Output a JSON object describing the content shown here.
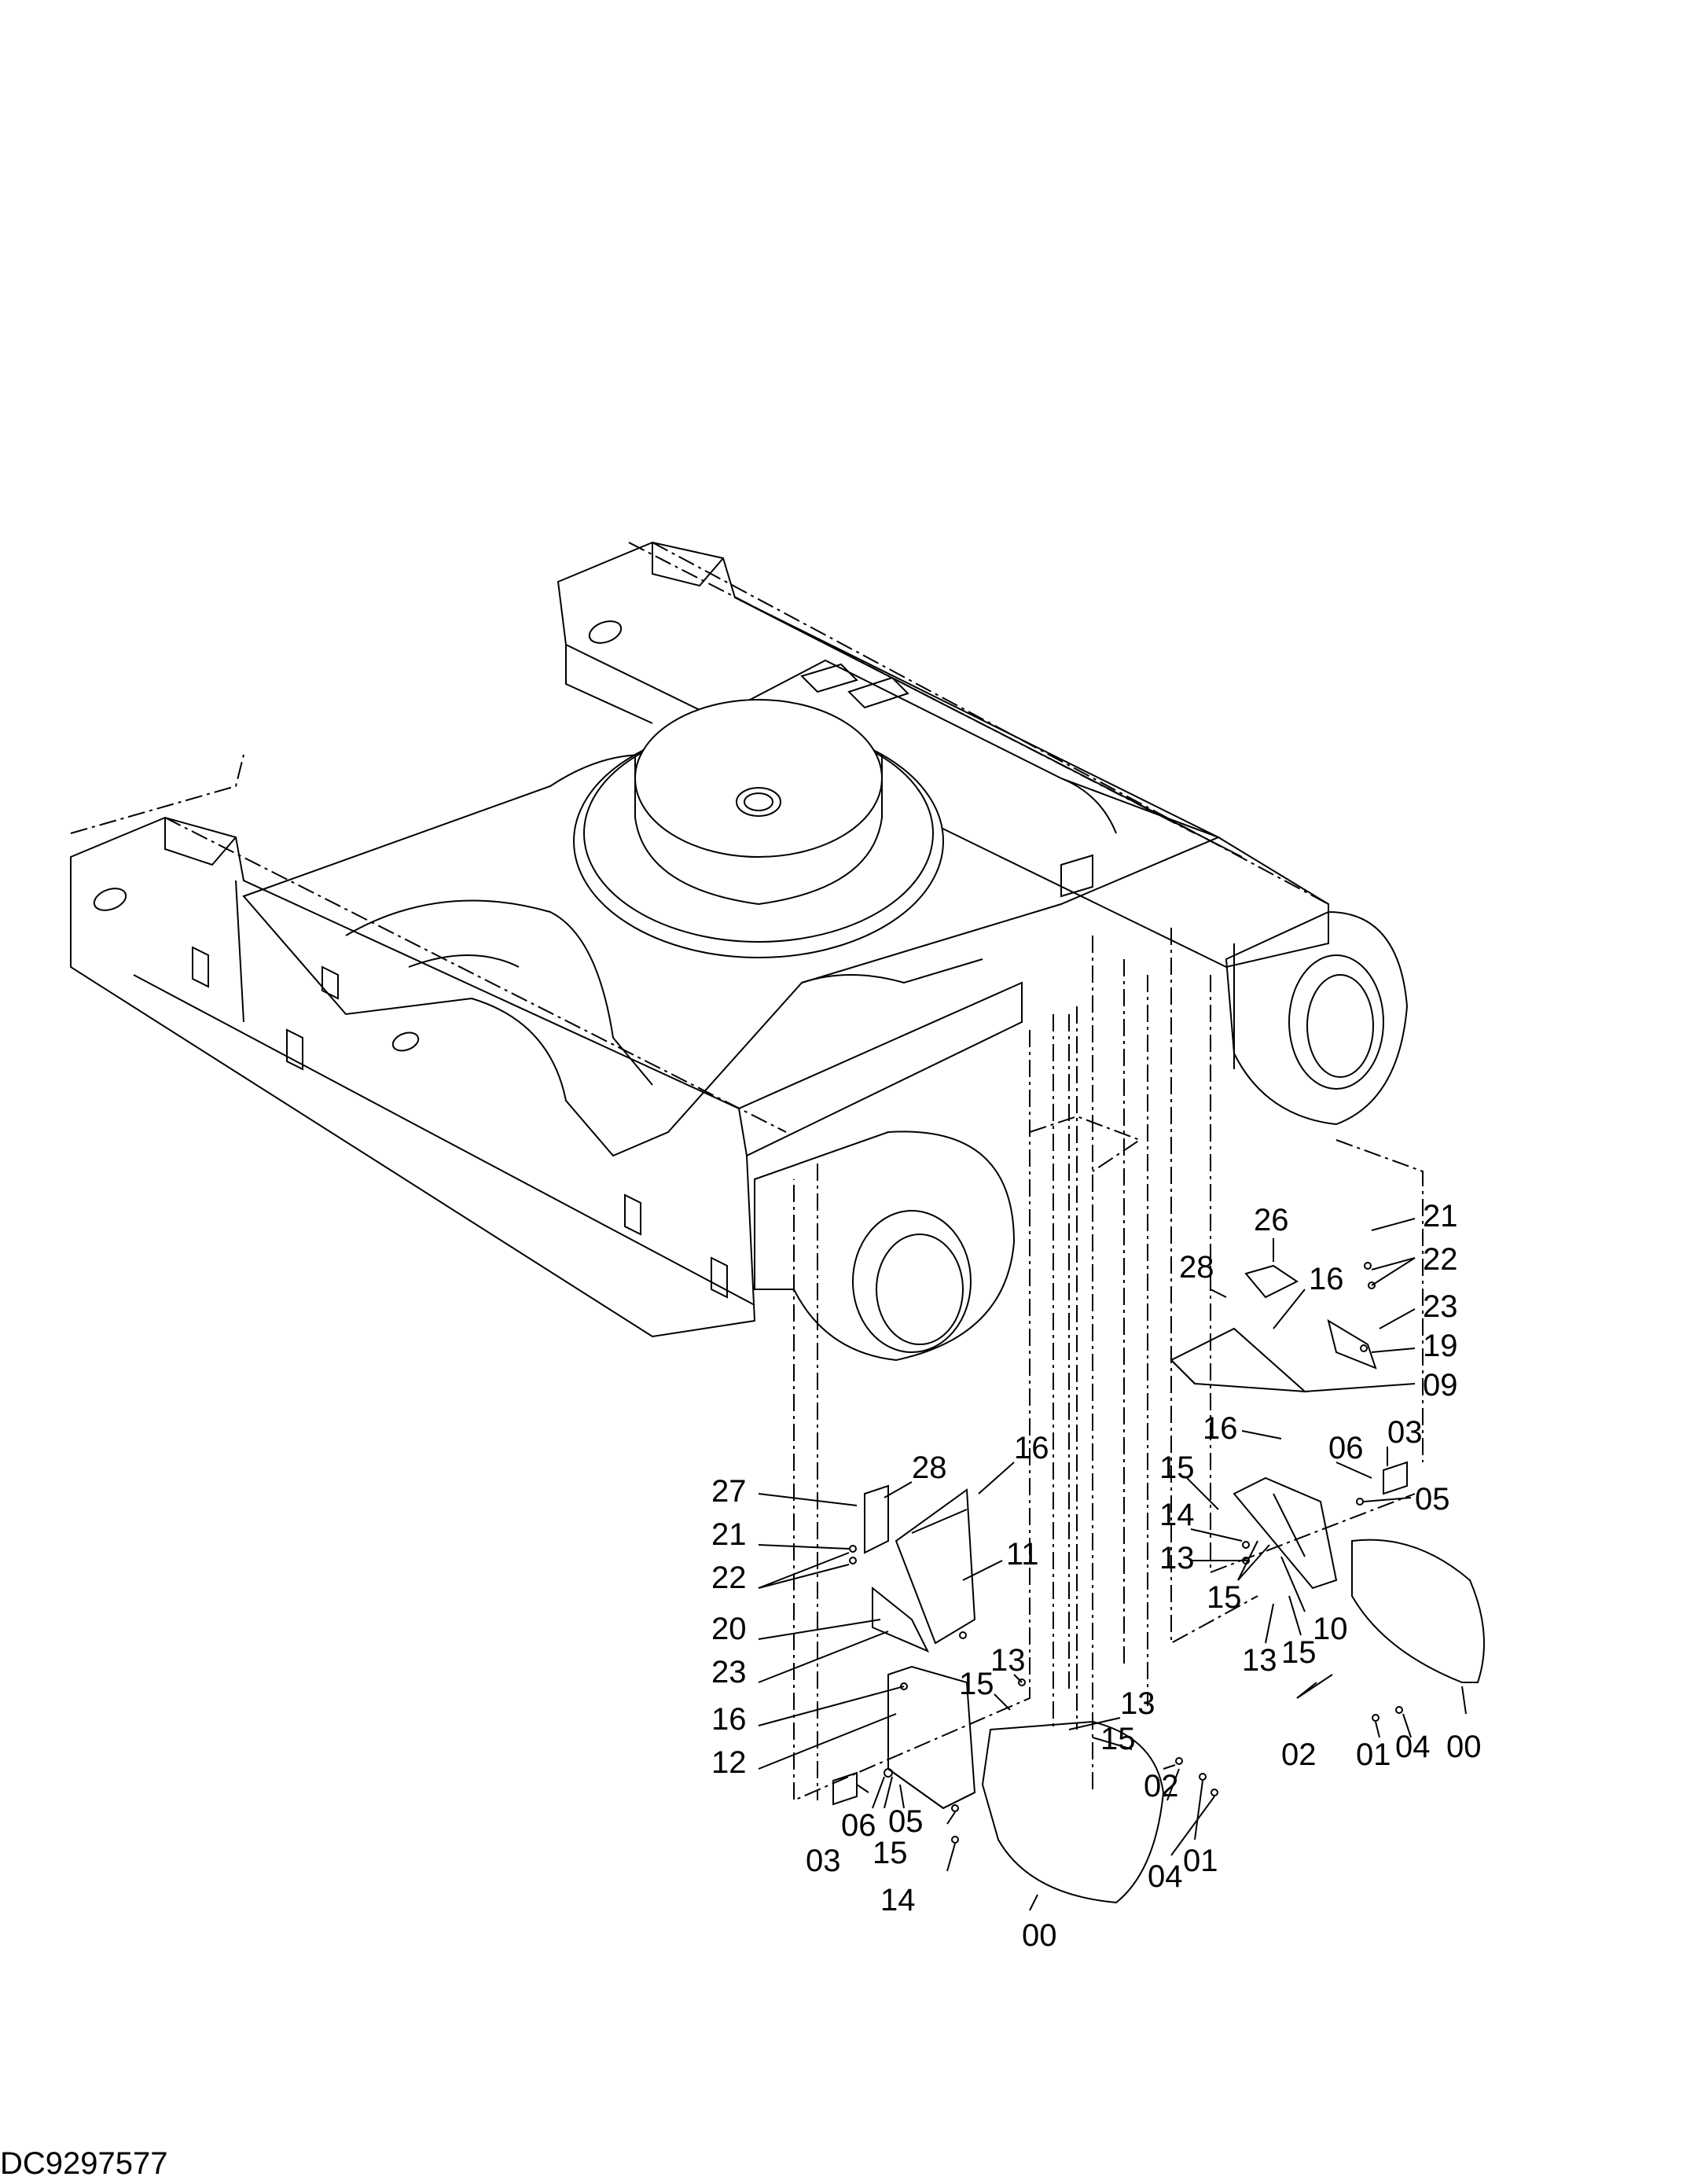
{
  "drawing_number": "DC9297577",
  "callouts": [
    {
      "id": "c-21-right",
      "text": "21"
    },
    {
      "id": "c-22-right",
      "text": "22"
    },
    {
      "id": "c-23-right",
      "text": "23"
    },
    {
      "id": "c-19",
      "text": "19"
    },
    {
      "id": "c-09",
      "text": "09"
    },
    {
      "id": "c-26",
      "text": "26"
    },
    {
      "id": "c-28-right",
      "text": "28"
    },
    {
      "id": "c-16-right-top",
      "text": "16"
    },
    {
      "id": "c-16-right-mid",
      "text": "16"
    },
    {
      "id": "c-06-right",
      "text": "06"
    },
    {
      "id": "c-03-right",
      "text": "03"
    },
    {
      "id": "c-05-right",
      "text": "05"
    },
    {
      "id": "c-15-right-a",
      "text": "15"
    },
    {
      "id": "c-14-right",
      "text": "14"
    },
    {
      "id": "c-13-right-a",
      "text": "13"
    },
    {
      "id": "c-15-right-b",
      "text": "15"
    },
    {
      "id": "c-10",
      "text": "10"
    },
    {
      "id": "c-13-right-b",
      "text": "13"
    },
    {
      "id": "c-15-right-c",
      "text": "15"
    },
    {
      "id": "c-02-right",
      "text": "02"
    },
    {
      "id": "c-01-right",
      "text": "01"
    },
    {
      "id": "c-04-right",
      "text": "04"
    },
    {
      "id": "c-00-right",
      "text": "00"
    },
    {
      "id": "c-27",
      "text": "27"
    },
    {
      "id": "c-28-left",
      "text": "28"
    },
    {
      "id": "c-16-left-top",
      "text": "16"
    },
    {
      "id": "c-21-left",
      "text": "21"
    },
    {
      "id": "c-11",
      "text": "11"
    },
    {
      "id": "c-22-left",
      "text": "22"
    },
    {
      "id": "c-20",
      "text": "20"
    },
    {
      "id": "c-23-left",
      "text": "23"
    },
    {
      "id": "c-16-left-bottom",
      "text": "16"
    },
    {
      "id": "c-12",
      "text": "12"
    },
    {
      "id": "c-13-left",
      "text": "13"
    },
    {
      "id": "c-15-left",
      "text": "15"
    },
    {
      "id": "c-06-left",
      "text": "06"
    },
    {
      "id": "c-05-left",
      "text": "05"
    },
    {
      "id": "c-03-left",
      "text": "03"
    },
    {
      "id": "c-15-left-b",
      "text": "15"
    },
    {
      "id": "c-14-left",
      "text": "14"
    },
    {
      "id": "c-13-mid",
      "text": "13"
    },
    {
      "id": "c-15-mid",
      "text": "15"
    },
    {
      "id": "c-02-mid",
      "text": "02"
    },
    {
      "id": "c-04-mid",
      "text": "04"
    },
    {
      "id": "c-01-mid",
      "text": "01"
    },
    {
      "id": "c-00-mid",
      "text": "00"
    }
  ]
}
